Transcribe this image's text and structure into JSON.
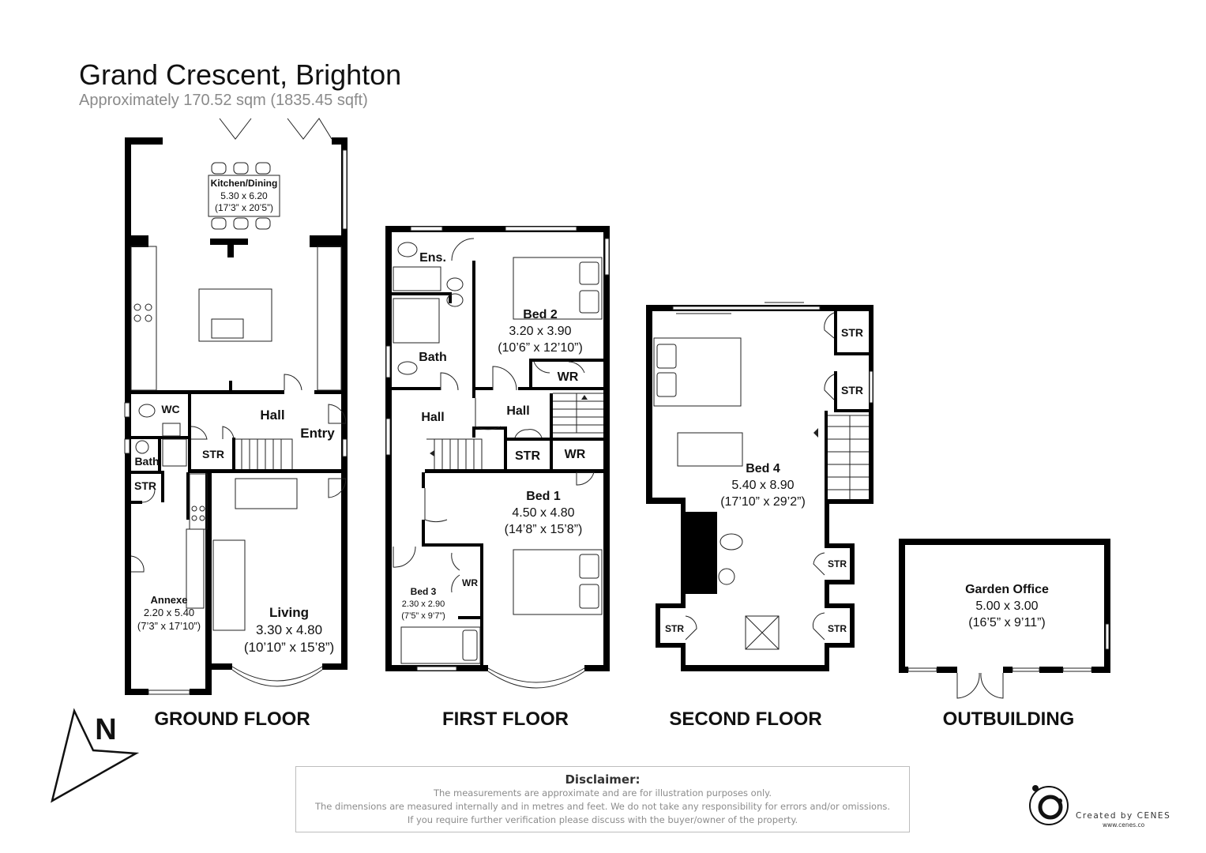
{
  "header": {
    "title": "Grand Crescent, Brighton",
    "subtitle": "Approximately 170.52 sqm (1835.45 sqft)"
  },
  "floors": {
    "ground": {
      "label": "GROUND FLOOR",
      "kitchen": {
        "name": "Kitchen/Dining",
        "size_m": "5.30 x 6.20",
        "size_ft": "(17’3” x 20’5”)"
      },
      "wc": "WC",
      "hall": "Hall",
      "entry": "Entry",
      "bath": "Bath",
      "str1": "STR",
      "str2": "STR",
      "annexe": {
        "name": "Annexe",
        "size_m": "2.20 x 5.40",
        "size_ft": "(7’3” x 17’10”)"
      },
      "living": {
        "name": "Living",
        "size_m": "3.30 x 4.80",
        "size_ft": "(10’10” x 15’8”)"
      }
    },
    "first": {
      "label": "FIRST FLOOR",
      "ens": "Ens.",
      "bath": "Bath",
      "bed2": {
        "name": "Bed 2",
        "size_m": "3.20 x 3.90",
        "size_ft": "(10’6” x 12’10”)"
      },
      "wr_bed2": "WR",
      "hall_left": "Hall",
      "hall_right": "Hall",
      "str": "STR",
      "wr_landing": "WR",
      "bed1": {
        "name": "Bed 1",
        "size_m": "4.50 x 4.80",
        "size_ft": "(14’8” x 15’8”)"
      },
      "bed3": {
        "name": "Bed 3",
        "size_m": "2.30 x 2.90",
        "size_ft": "(7’5” x 9’7”)"
      },
      "wr_bed3": "WR"
    },
    "second": {
      "label": "SECOND FLOOR",
      "str_top1": "STR",
      "str_top2": "STR",
      "bed4": {
        "name": "Bed 4",
        "size_m": "5.40 x 8.90",
        "size_ft": "(17’10” x 29’2”)"
      },
      "str_right_mid": "STR",
      "str_left_bottom": "STR",
      "str_right_bottom": "STR"
    },
    "outbuilding": {
      "label": "OUTBUILDING",
      "office": {
        "name": "Garden Office",
        "size_m": "5.00 x 3.00",
        "size_ft": "(16’5” x 9’11”)"
      }
    }
  },
  "compass": {
    "letter": "N"
  },
  "disclaimer": {
    "heading": "Disclaimer:",
    "line1": "The measurements are approximate and are for illustration purposes only.",
    "line2": "The dimensions are measured internally and in metres and feet. We do not take any responsibility for errors and/or omissions.",
    "line3": "If you require further verification please discuss with the buyer/owner of the property."
  },
  "credit": {
    "text": "Created by CENES",
    "url": "www.cenes.co"
  }
}
